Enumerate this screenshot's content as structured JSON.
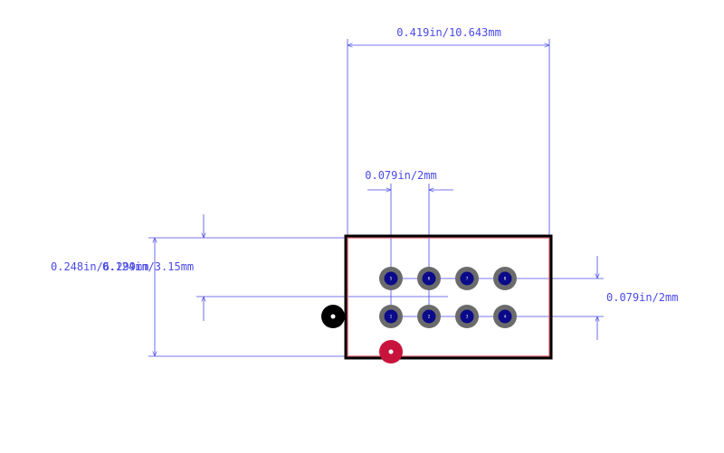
{
  "dimensions": {
    "overall_width": "0.419in/10.643mm",
    "pin_pitch_horizontal": "0.079in/2mm",
    "overall_height": "0.248in/6.299mm",
    "pin1_offset": "0.124in/3.15mm",
    "pin_pitch_vertical": "0.079in/2mm"
  },
  "pins": {
    "bottom_row": [
      "1",
      "2",
      "3",
      "4"
    ],
    "top_row": [
      "5",
      "6",
      "7",
      "8"
    ]
  },
  "colors": {
    "dimension": "#4a4ae8",
    "outline": "#000000",
    "courtyard": "#e0707a",
    "pad": "#6b6b6b",
    "hole": "#0a0a8a",
    "origin_marker": "#000000",
    "pin1_marker": "#c8143c"
  }
}
